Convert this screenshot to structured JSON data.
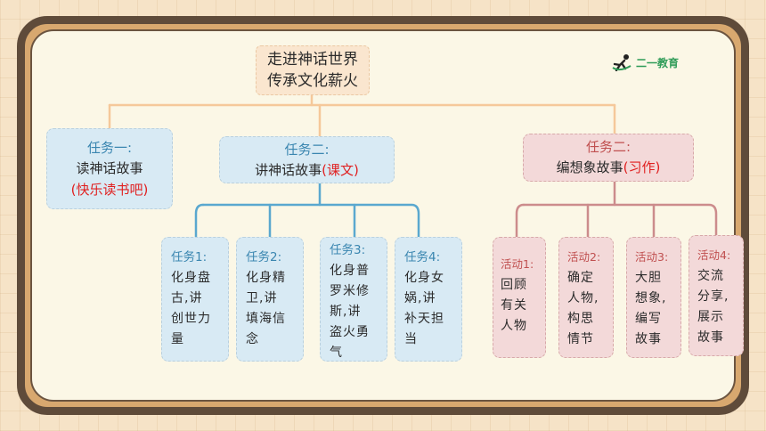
{
  "logo": {
    "text": "二一教育"
  },
  "root": {
    "line1": "走进神话世界",
    "line2": "传承文化薪火"
  },
  "branches": [
    {
      "head": "任务一:",
      "body": "读神话故事",
      "note": "(快乐读书吧)"
    },
    {
      "head": "任务二:",
      "body": "讲神话故事",
      "note": "(课文)"
    },
    {
      "head": "任务二:",
      "body": "编想象故事",
      "note": "(习作)"
    }
  ],
  "tasks": [
    {
      "head": "任务1:",
      "lines": [
        "化身盘",
        "古,讲",
        "创世力",
        "量"
      ]
    },
    {
      "head": "任务2:",
      "lines": [
        "化身精",
        "卫,讲",
        "填海信",
        "念"
      ]
    },
    {
      "head": "任务3:",
      "lines": [
        "化身普",
        "罗米修",
        "斯,讲",
        "盗火勇",
        "气"
      ]
    },
    {
      "head": "任务4:",
      "lines": [
        "化身女",
        "娲,讲",
        "补天担",
        "当"
      ]
    }
  ],
  "activities": [
    {
      "head": "活动1:",
      "lines": [
        "回顾",
        "有关",
        "人物"
      ]
    },
    {
      "head": "活动2:",
      "lines": [
        "确定",
        "人物,",
        "构思",
        "情节"
      ]
    },
    {
      "head": "活动3:",
      "lines": [
        "大胆",
        "想象,",
        "编写",
        "故事"
      ]
    },
    {
      "head": "活动4:",
      "lines": [
        "交流",
        "分享,",
        "展示",
        "故事"
      ]
    }
  ],
  "colors": {
    "orange_line": "#f5c89a",
    "blue_line": "#5aa8cf",
    "pink_line": "#cc8c8c",
    "frame": "#5f4b3a"
  }
}
